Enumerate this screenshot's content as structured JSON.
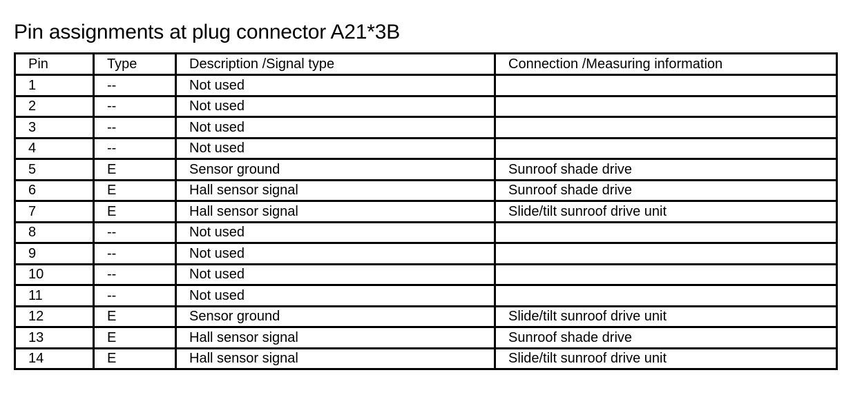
{
  "document": {
    "title": "Pin assignments at plug connector A21*3B"
  },
  "table": {
    "columns": [
      {
        "key": "pin",
        "label": "Pin"
      },
      {
        "key": "type",
        "label": "Type"
      },
      {
        "key": "desc",
        "label": "Description /Signal type"
      },
      {
        "key": "conn",
        "label": "Connection /Measuring information"
      }
    ],
    "rows": [
      {
        "pin": "1",
        "type": "--",
        "desc": "Not used",
        "conn": ""
      },
      {
        "pin": "2",
        "type": "--",
        "desc": "Not used",
        "conn": ""
      },
      {
        "pin": "3",
        "type": "--",
        "desc": "Not used",
        "conn": ""
      },
      {
        "pin": "4",
        "type": "--",
        "desc": "Not used",
        "conn": ""
      },
      {
        "pin": "5",
        "type": "E",
        "desc": "Sensor ground",
        "conn": "Sunroof shade drive"
      },
      {
        "pin": "6",
        "type": "E",
        "desc": "Hall sensor signal",
        "conn": "Sunroof shade drive"
      },
      {
        "pin": "7",
        "type": "E",
        "desc": "Hall sensor signal",
        "conn": "Slide/tilt sunroof drive unit"
      },
      {
        "pin": "8",
        "type": "--",
        "desc": "Not used",
        "conn": ""
      },
      {
        "pin": "9",
        "type": "--",
        "desc": "Not used",
        "conn": ""
      },
      {
        "pin": "10",
        "type": "--",
        "desc": "Not used",
        "conn": ""
      },
      {
        "pin": "11",
        "type": "--",
        "desc": "Not used",
        "conn": ""
      },
      {
        "pin": "12",
        "type": "E",
        "desc": "Sensor ground",
        "conn": "Slide/tilt sunroof drive unit"
      },
      {
        "pin": "13",
        "type": "E",
        "desc": "Hall sensor signal",
        "conn": "Sunroof shade drive"
      },
      {
        "pin": "14",
        "type": "E",
        "desc": "Hall sensor signal",
        "conn": "Slide/tilt sunroof drive unit"
      }
    ]
  },
  "style": {
    "text_color": "#000000",
    "background_color": "#ffffff",
    "border_color": "#000000"
  }
}
